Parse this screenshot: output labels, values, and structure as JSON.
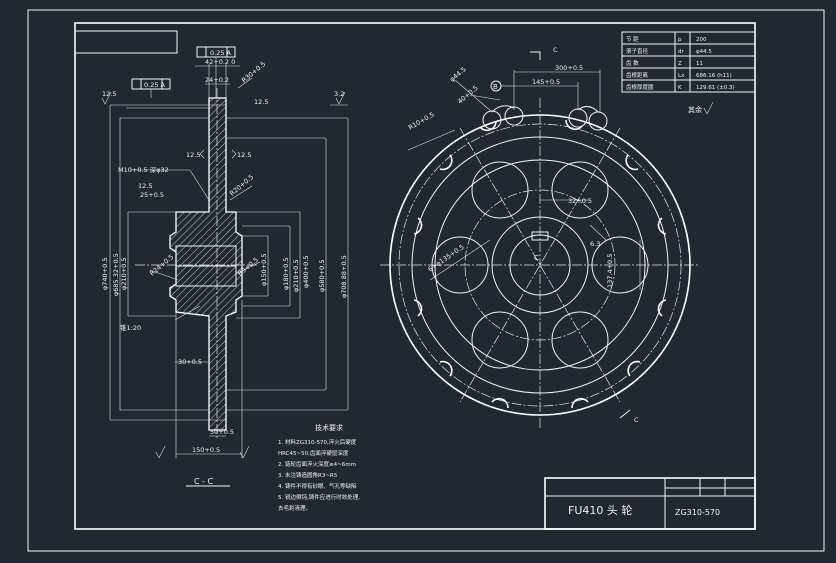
{
  "drawing": {
    "title": "FU410 头 轮",
    "drawing_no": "ZG310-570",
    "section_label": "C - C",
    "section_arrow_top": "C",
    "section_arrow_bottom": "C",
    "roughness_rest": "其余",
    "tech_title": "技术要求",
    "tech_notes": [
      "1. 材料ZG310-570,淬火后硬度",
      "   HRC45~50,齿面淬硬层深度",
      "2. 链轮齿面淬火深度≥4~6mm",
      "3. 未注铸造圆角R3~R5",
      "4. 铸件不得有砂眼、气孔等缺陷",
      "5. 锐边倒钝,铸件应进行时效处理,",
      "   去毛刺清理。"
    ],
    "params": [
      {
        "name": "节 距",
        "symbol": "p",
        "value": "200"
      },
      {
        "name": "滚子直径",
        "symbol": "dr",
        "value": "φ44.5"
      },
      {
        "name": "齿 数",
        "symbol": "Z",
        "value": "11"
      },
      {
        "name": "齿根距离",
        "symbol": "Lx",
        "value": "686.16 (h11)"
      },
      {
        "name": "齿根厚度圆",
        "symbol": "K",
        "value": "129.61 (±0.3)"
      }
    ]
  },
  "labels": {
    "tol_top": "0.25 A",
    "tol_left": "0.25 A",
    "dim_42": "42+0.2 0",
    "dim_24": "24+0.2",
    "r30": "R30+0.5",
    "ra125_a": "12.5",
    "ra125_b": "12.5",
    "ra125_c": "12.5",
    "ra125_d": "12.5",
    "ra125_e": "12.5",
    "ra32": "3.2",
    "m10": "M10+0.5 深φ32",
    "d25": "25+0.5",
    "r20": "R20+0.5",
    "r24": "R24+0.5",
    "r9": "R9+0.5",
    "taper": "锥1:20",
    "d30": "30+0.5",
    "d50": "50+0.5",
    "d150": "150+0.5",
    "d740": "φ740+0.5",
    "d685": "φ685.32+0.5",
    "d210a": "φ210+0.5",
    "d210b": "φ210+0.5",
    "d150v": "φ150+0.5",
    "d180": "φ180+0.5",
    "d400": "φ400+0.5",
    "d580": "φ580+0.5",
    "d708": "φ708.88+0.5",
    "s300": "300+0.5",
    "s145": "145+0.5",
    "s445": "φ44.5",
    "s40": "40+0.5",
    "s10": "R10+0.5",
    "s32": "32+0.5",
    "s6": "6+φ135+0.5",
    "s137": "137.4+0.5",
    "s63": "6.3",
    "b_mark": "B",
    "center_c": "C"
  }
}
